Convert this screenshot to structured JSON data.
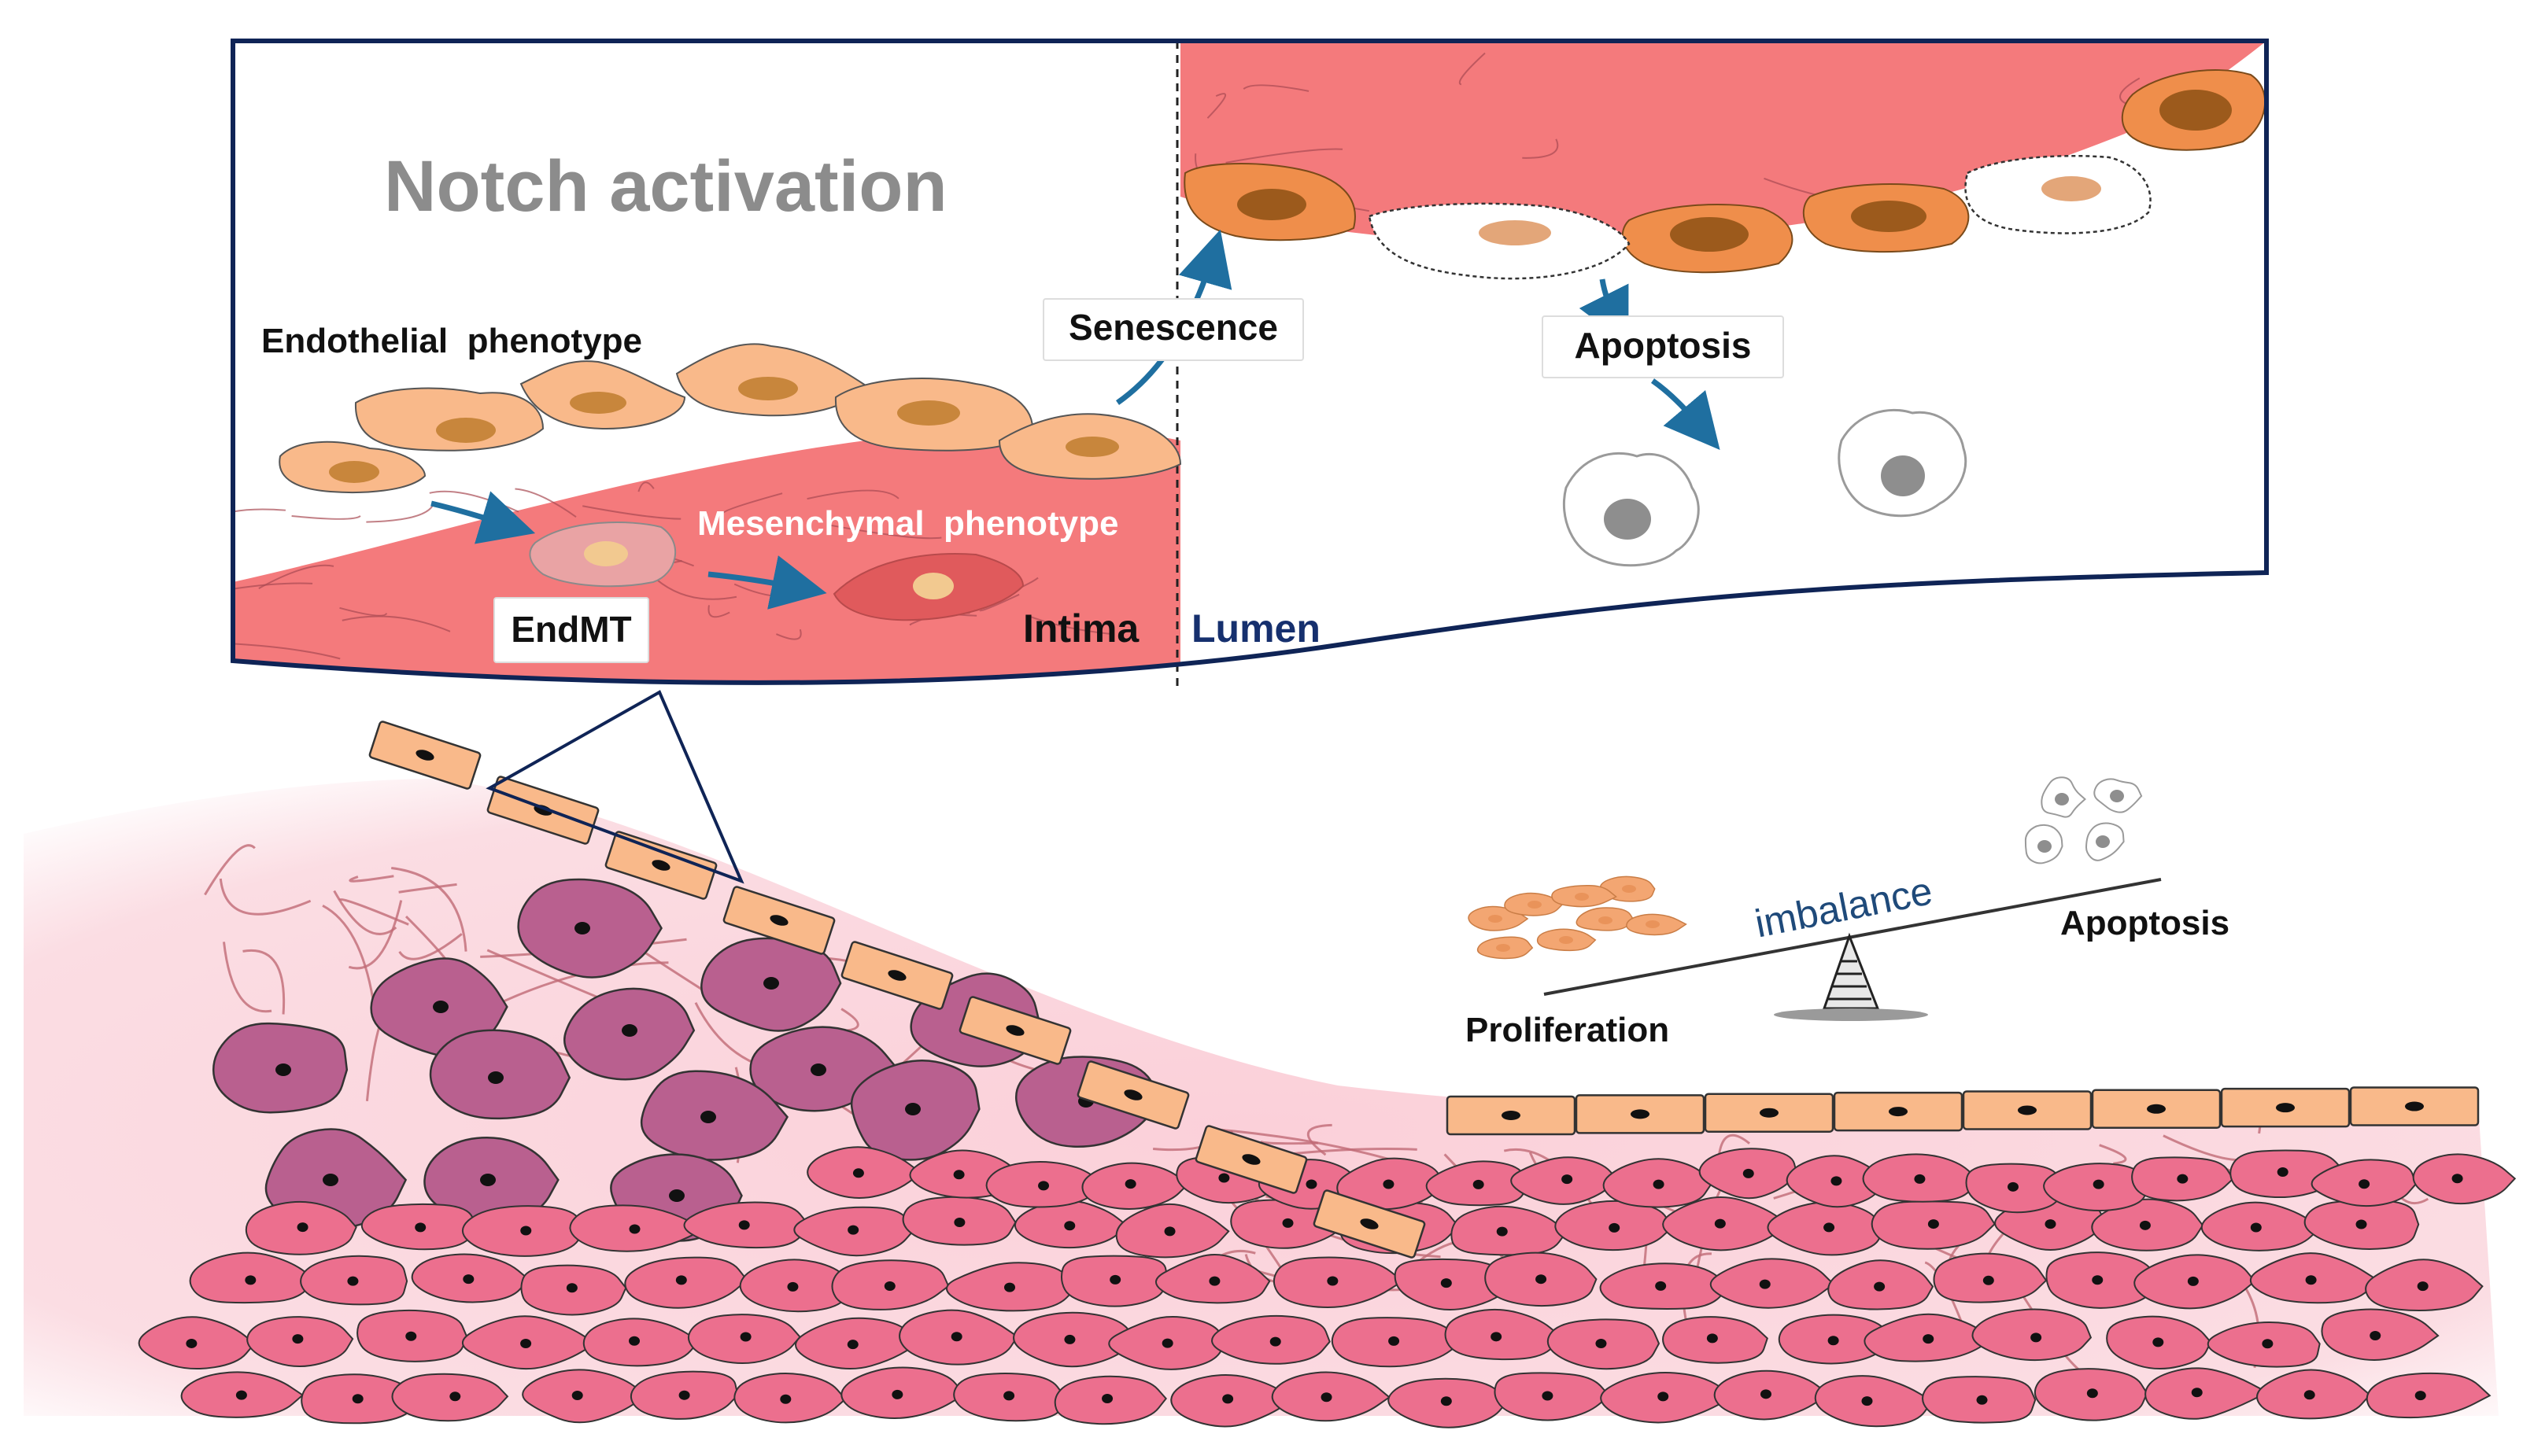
{
  "inset": {
    "title": "Notch activation",
    "endothelial_phenotype": "Endothelial  phenotype",
    "mesenchymal_phenotype": "Mesenchymal  phenotype",
    "endmt": "EndMT",
    "intima": "Intima",
    "lumen": "Lumen",
    "senescence": "Senescence",
    "apoptosis": "Apoptosis"
  },
  "balance": {
    "imbalance": "imbalance",
    "proliferation": "Proliferation",
    "apoptosis": "Apoptosis"
  },
  "colors": {
    "frame": "#0f2456",
    "arrow": "#1f6fa0",
    "intima": "#f47a7c",
    "endothelial_cell": "#f9b98a",
    "senescent_cell": "#ef8e4b",
    "smc_purple": "#b9608f",
    "smc_pink": "#ec6f8e",
    "tissue_bg": "#fbd4dc",
    "title_gray": "#8c8c8c",
    "lumen_text": "#16306e"
  }
}
